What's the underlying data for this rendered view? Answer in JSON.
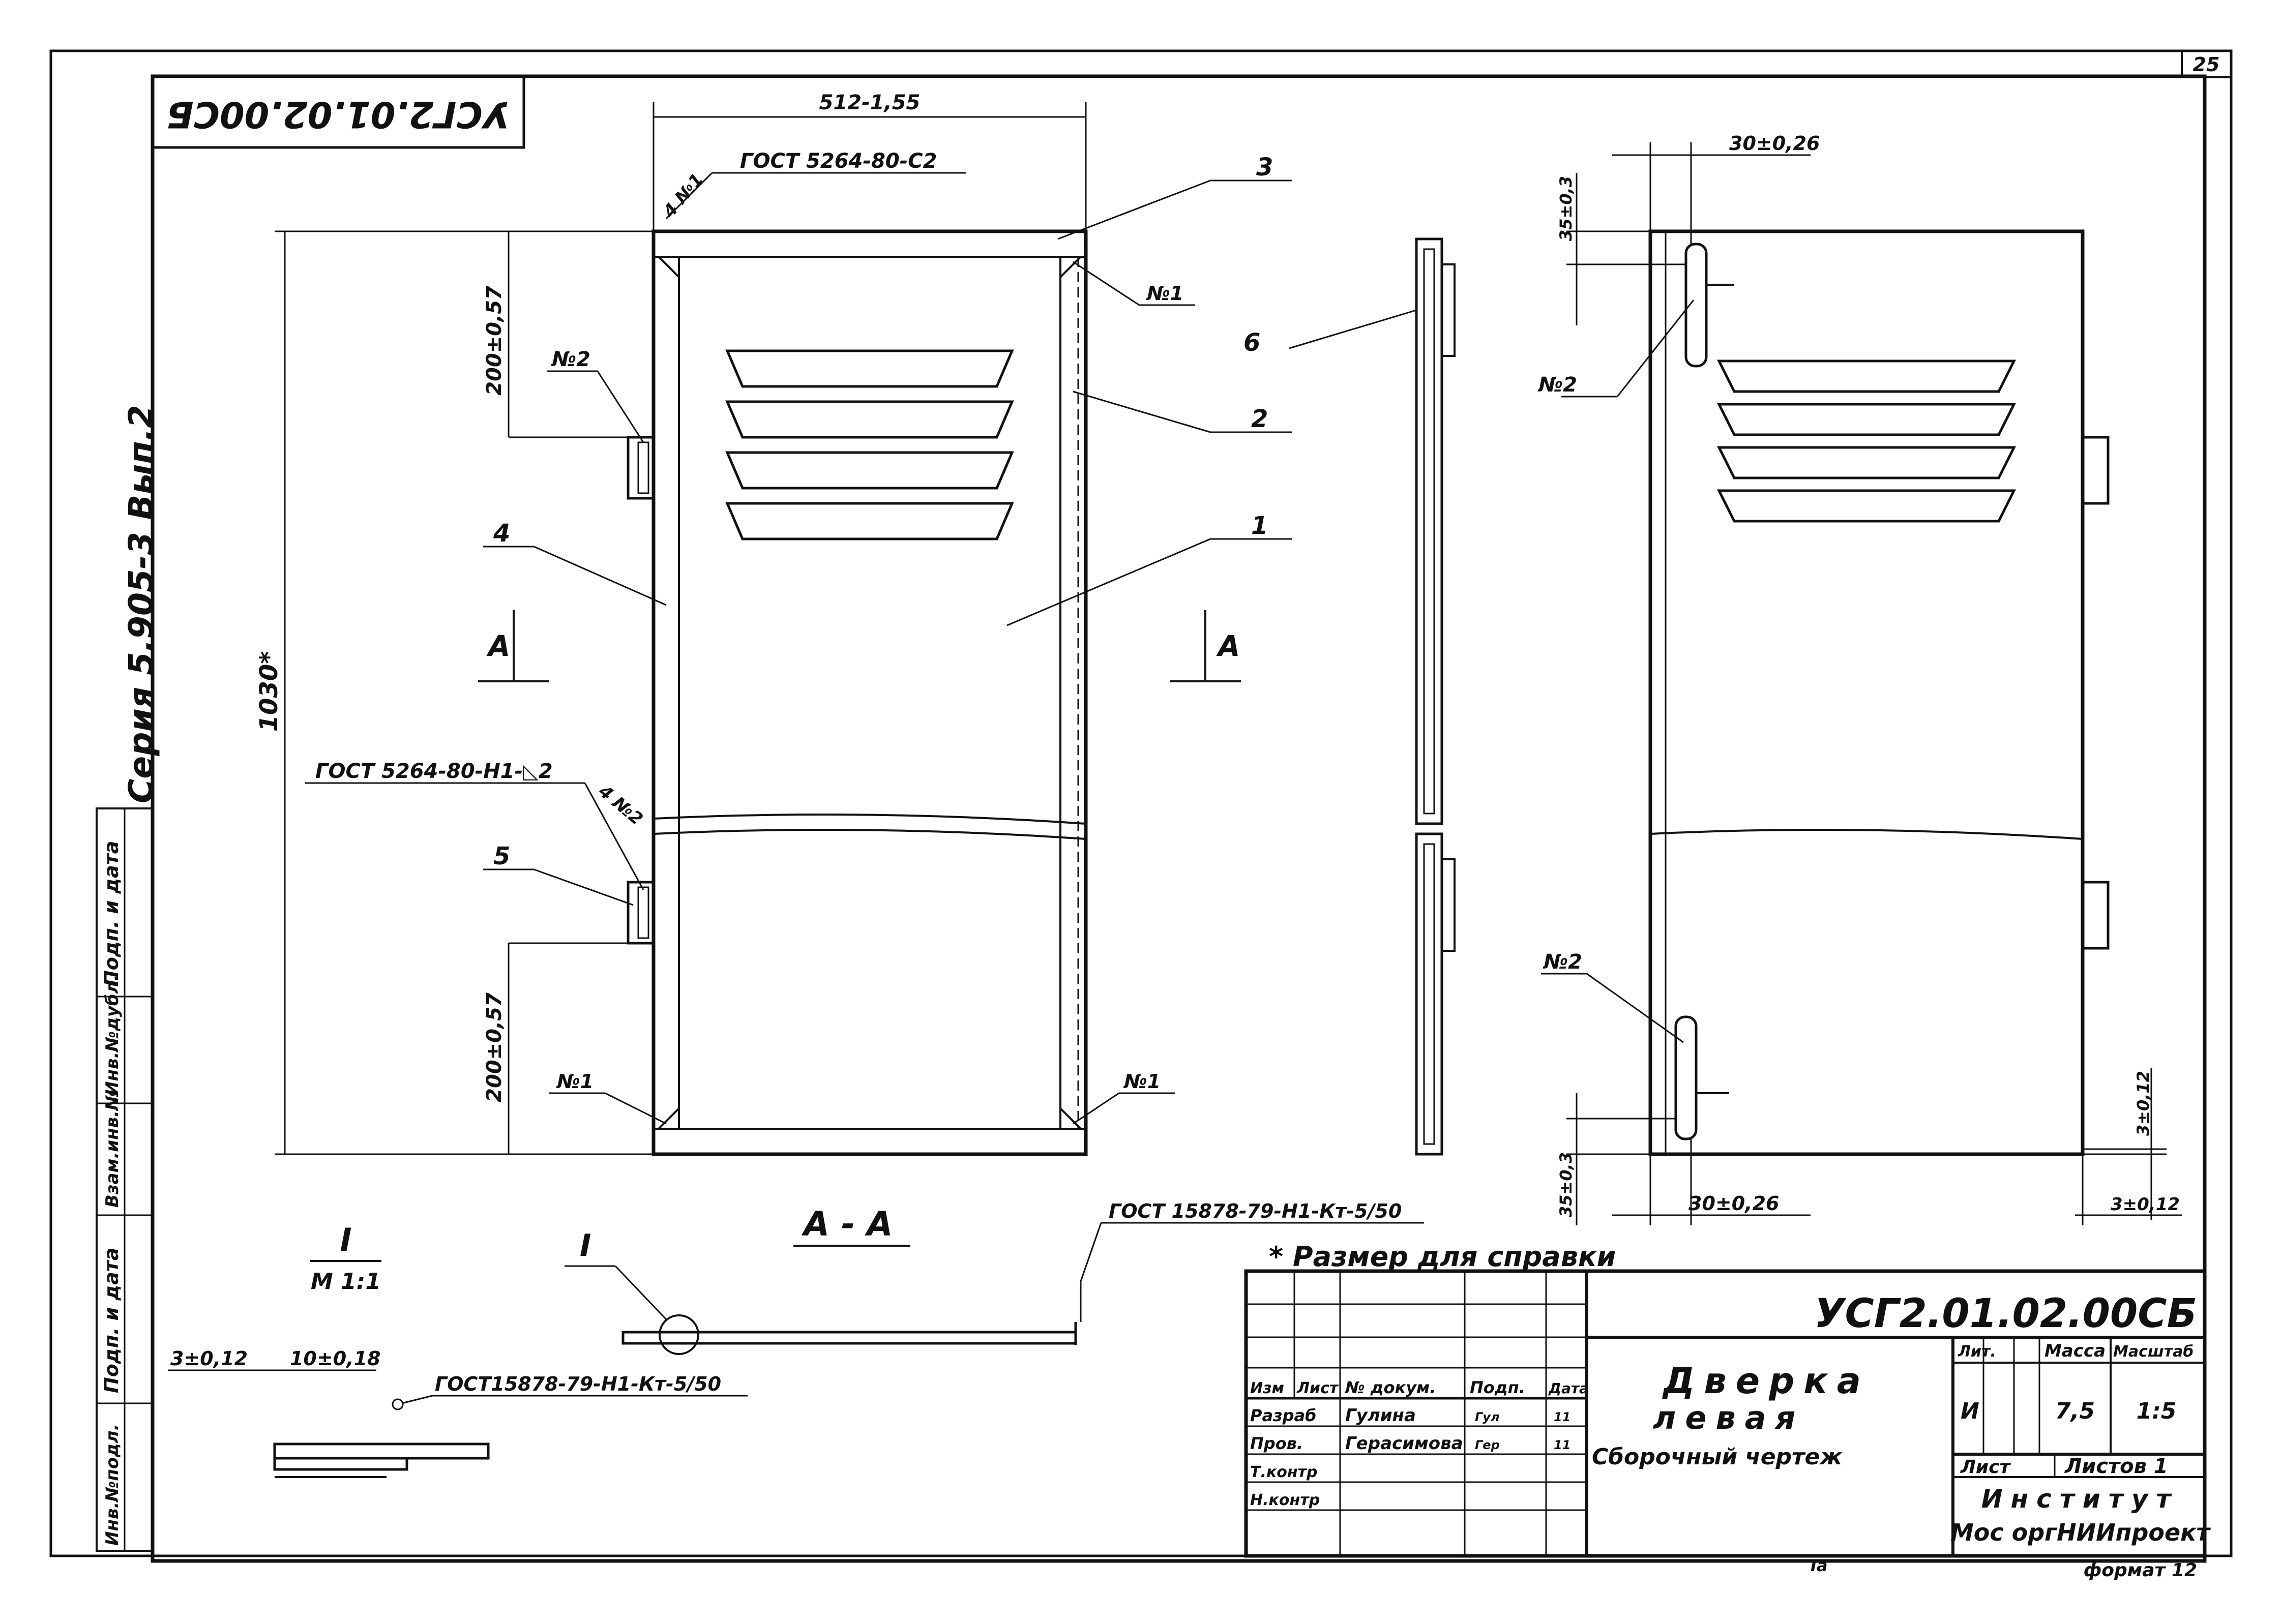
{
  "sheet": {
    "page_number": "25",
    "format_label": "формат 12",
    "stamp_code_rotated": "УСГ2.01.02.00СБ",
    "series_label": "Серия 5.905-3 Вып.2",
    "side_cells": [
      "Подп. и дата",
      "Инв.№дубл.",
      "Взам.инв.№",
      "Подп. и дата",
      "Инв.№подл."
    ]
  },
  "drawing": {
    "gost_top": "ГОСТ 5264-80-С2",
    "gost_mid": "ГОСТ 5264-80-Н1-◺2",
    "gost_weld": "ГОСТ 15878-79-Н1-Кт-5/50",
    "gost_detail": "ГОСТ15878-79-Н1-Кт-5/50",
    "dim_width": "512-1,55",
    "dim_height": "1030*",
    "dim_200_top": "200±0,57",
    "dim_200_bottom": "200±0,57",
    "dim_30_top": "30±0,26",
    "dim_30_bottom": "30±0,26",
    "dim_35_top": "35±0,3",
    "dim_35_bottom": "35±0,3",
    "dim_3_right": "3±0,12",
    "dim_3_bottom": "3±0,12",
    "dim_detail_3": "3±0,12",
    "dim_detail_10": "10±0,18",
    "weld_4_1": "4 №1",
    "weld_4_2": "4 №2",
    "weld_n1": "№1",
    "weld_n2": "№2",
    "pos": [
      "1",
      "2",
      "3",
      "4",
      "5",
      "6"
    ],
    "section_letter": "А",
    "section_title": "А - А",
    "detail_roman": "I",
    "detail_scale": "М 1:1",
    "note": "* Размер для справки"
  },
  "title_block": {
    "doc_code": "УСГ2.01.02.00СБ",
    "title_line1": "Дверка",
    "title_line2": "левая",
    "title_line3": "Сборочный чертеж",
    "col_headers": [
      "Изм",
      "Лист",
      "№ докум.",
      "Подп.",
      "Дата"
    ],
    "row_roles": [
      "Разраб",
      "Пров.",
      "Т.контр",
      "Н.контр"
    ],
    "names": [
      "Гулина",
      "Герасимова"
    ],
    "sign_marks": [
      "Гул",
      "Гер"
    ],
    "date_marks": [
      "11",
      "11"
    ],
    "lit_label": "Лит.",
    "mass_label": "Масса",
    "scale_label": "Масштаб",
    "lit_value": "И",
    "mass_value": "7,5",
    "scale_value": "1:5",
    "sheet_label": "Лист",
    "sheets_label": "Листов 1",
    "org_line1": "Институт",
    "org_line2": "Мос оргНИИпроект",
    "copier_mark": "Ia"
  }
}
